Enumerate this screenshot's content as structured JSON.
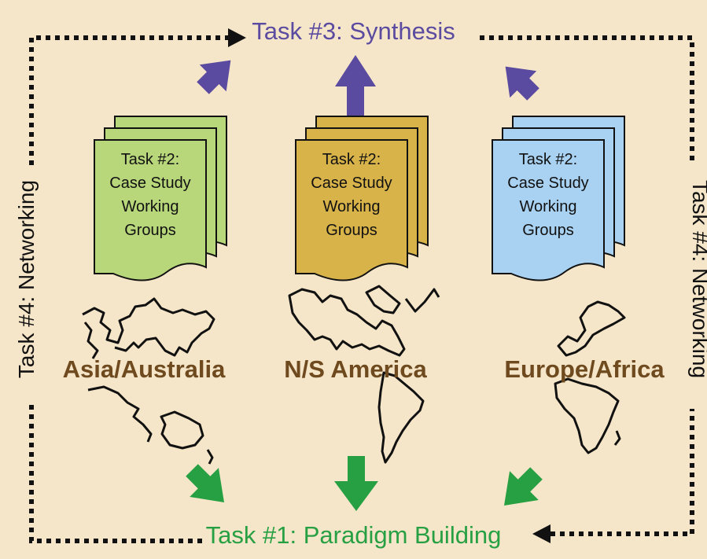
{
  "task3": {
    "label": "Task #3: Synthesis",
    "color": "#5a4ba0"
  },
  "task1": {
    "label": "Task #1: Paradigm Building",
    "color": "#27a043"
  },
  "task4": {
    "left_label": "Task #4: Networking",
    "right_label": "Task #4: Networking"
  },
  "docs": [
    {
      "line1": "Task #2:",
      "line2": "Case Study",
      "line3": "Working",
      "line4": "Groups",
      "color": "#b8d67a"
    },
    {
      "line1": "Task #2:",
      "line2": "Case Study",
      "line3": "Working",
      "line4": "Groups",
      "color": "#d8b34a"
    },
    {
      "line1": "Task #2:",
      "line2": "Case Study",
      "line3": "Working",
      "line4": "Groups",
      "color": "#a9d2f2"
    }
  ],
  "regions": [
    {
      "name": "Asia/Australia"
    },
    {
      "name": "N/S America"
    },
    {
      "name": "Europe/Africa"
    }
  ],
  "colors": {
    "background": "#f6e6c9",
    "region_text": "#6e4a1e",
    "synthesis_arrow": "#5a4ba0",
    "paradigm_arrow": "#27a043",
    "network_line": "#111111"
  }
}
